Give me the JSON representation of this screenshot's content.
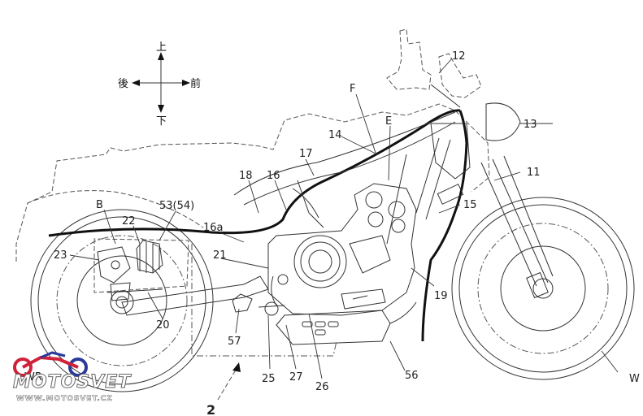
{
  "orientation": {
    "up": "上",
    "rear": "後",
    "front": "前",
    "down": "下"
  },
  "labels": {
    "n12": "12",
    "n13": "13",
    "F": "F",
    "E": "E",
    "n14": "14",
    "n17": "17",
    "n11": "11",
    "n18": "18",
    "n16": "16",
    "n15": "15",
    "B": "B",
    "n53": "53(54)",
    "n22": "22",
    "n16a": "16a",
    "n23": "23",
    "n21": "21",
    "n19": "19",
    "n20": "20",
    "n57": "57",
    "n25": "25",
    "n27": "27",
    "n26": "26",
    "n56": "56",
    "WR": "WR",
    "W": "W",
    "n2": "2"
  },
  "watermark": {
    "brand": "MOTOSVET",
    "url": "WWW.MOTOSVET.CZ"
  }
}
